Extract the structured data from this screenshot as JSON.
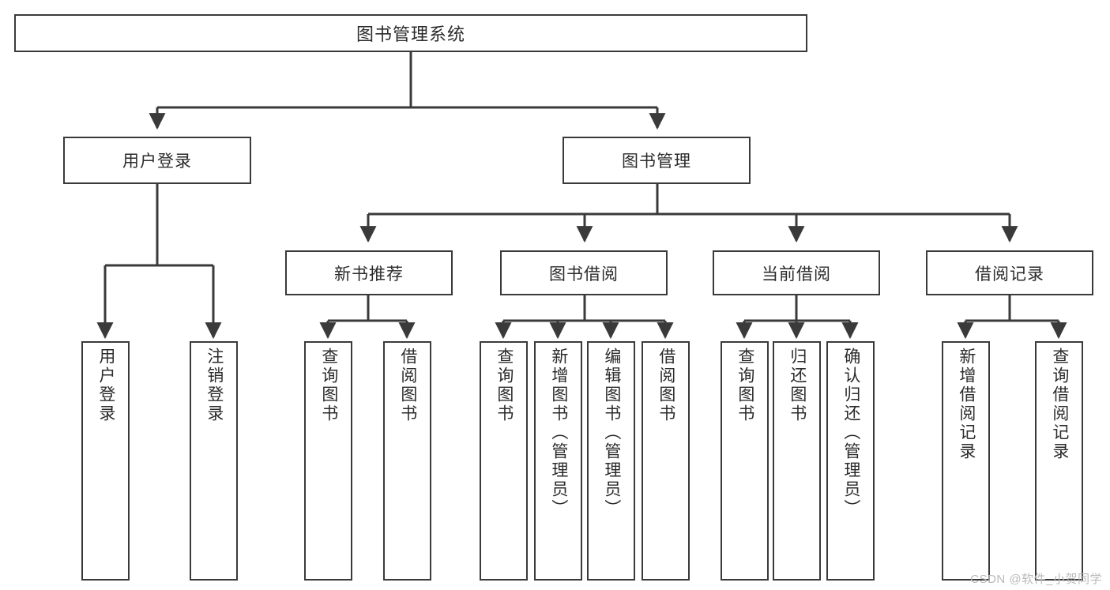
{
  "diagram": {
    "title": "图书管理系统",
    "type": "tree",
    "colors": {
      "background": "#ffffff",
      "border": "#3a3a3a",
      "text": "#2b2b2b",
      "connector": "#3a3a3a",
      "watermark": "#b9b9b9"
    },
    "root": {
      "label": "图书管理系统"
    },
    "level2": [
      {
        "id": "user-login",
        "label": "用户登录"
      },
      {
        "id": "book-management",
        "label": "图书管理"
      }
    ],
    "level3": [
      {
        "id": "new-book-recommend",
        "label": "新书推荐"
      },
      {
        "id": "book-borrow",
        "label": "图书借阅"
      },
      {
        "id": "current-borrow",
        "label": "当前借阅"
      },
      {
        "id": "borrow-record",
        "label": "借阅记录"
      }
    ],
    "leaves": [
      {
        "id": "leaf-user-login",
        "label": "用户登录",
        "parent": "user-login"
      },
      {
        "id": "leaf-logout-login",
        "label": "注销登录",
        "parent": "user-login"
      },
      {
        "id": "leaf-query-book-1",
        "label": "查询图书",
        "parent": "new-book-recommend"
      },
      {
        "id": "leaf-borrow-book-1",
        "label": "借阅图书",
        "parent": "new-book-recommend"
      },
      {
        "id": "leaf-query-book-2",
        "label": "查询图书",
        "parent": "book-borrow"
      },
      {
        "id": "leaf-add-book",
        "label": "新增图书（管理员）",
        "parent": "book-borrow"
      },
      {
        "id": "leaf-edit-book",
        "label": "编辑图书（管理员）",
        "parent": "book-borrow"
      },
      {
        "id": "leaf-borrow-book-2",
        "label": "借阅图书",
        "parent": "book-borrow"
      },
      {
        "id": "leaf-query-book-3",
        "label": "查询图书",
        "parent": "current-borrow"
      },
      {
        "id": "leaf-return-book",
        "label": "归还图书",
        "parent": "current-borrow"
      },
      {
        "id": "leaf-confirm-return",
        "label": "确认归还（管理员）",
        "parent": "current-borrow"
      },
      {
        "id": "leaf-add-record",
        "label": "新增借阅记录",
        "parent": "borrow-record"
      },
      {
        "id": "leaf-query-record",
        "label": "查询借阅记录",
        "parent": "borrow-record"
      }
    ],
    "watermark": "CSDN @软件_小贺同学"
  }
}
